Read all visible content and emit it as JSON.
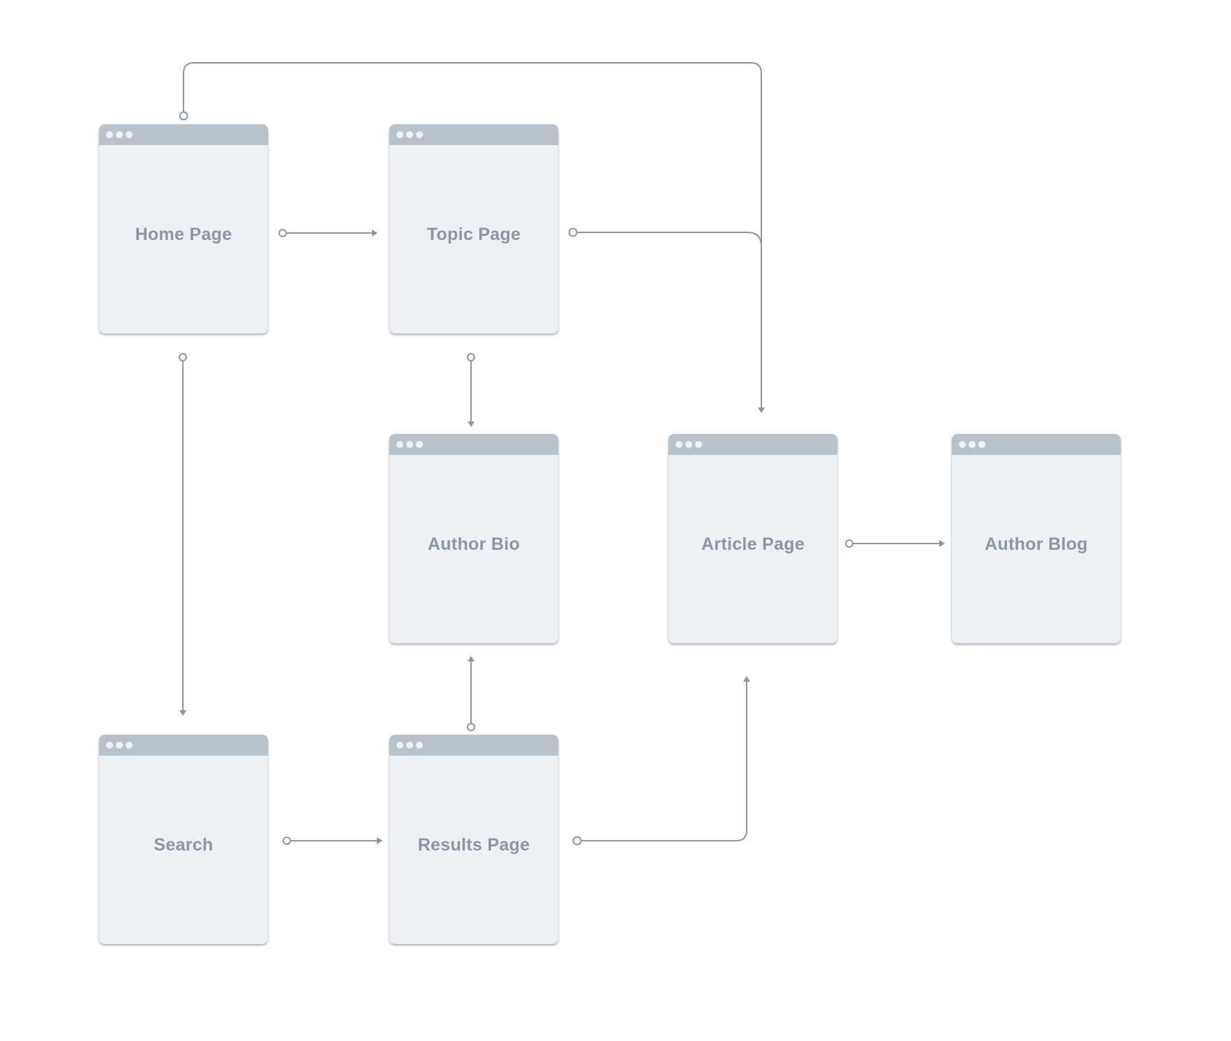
{
  "diagram": {
    "nodes": [
      {
        "id": "home",
        "label": "Home Page"
      },
      {
        "id": "topic",
        "label": "Topic Page"
      },
      {
        "id": "author-bio",
        "label": "Author Bio"
      },
      {
        "id": "article",
        "label": "Article Page"
      },
      {
        "id": "author-blog",
        "label": "Author Blog"
      },
      {
        "id": "search",
        "label": "Search"
      },
      {
        "id": "results",
        "label": "Results Page"
      }
    ],
    "edges": [
      {
        "from": "home",
        "to": "topic"
      },
      {
        "from": "home",
        "to": "article"
      },
      {
        "from": "home",
        "to": "search"
      },
      {
        "from": "topic",
        "to": "article"
      },
      {
        "from": "topic",
        "to": "author-bio"
      },
      {
        "from": "article",
        "to": "author-blog"
      },
      {
        "from": "search",
        "to": "results"
      },
      {
        "from": "results",
        "to": "author-bio"
      },
      {
        "from": "results",
        "to": "article"
      }
    ],
    "colors": {
      "node_body": "#edf0f5",
      "node_titlebar": "#b7c2cd",
      "titlebar_dots": "#eef1f5",
      "label_text": "#8a96a3",
      "connector": "#8a96a3",
      "background": "#ffffff"
    }
  }
}
